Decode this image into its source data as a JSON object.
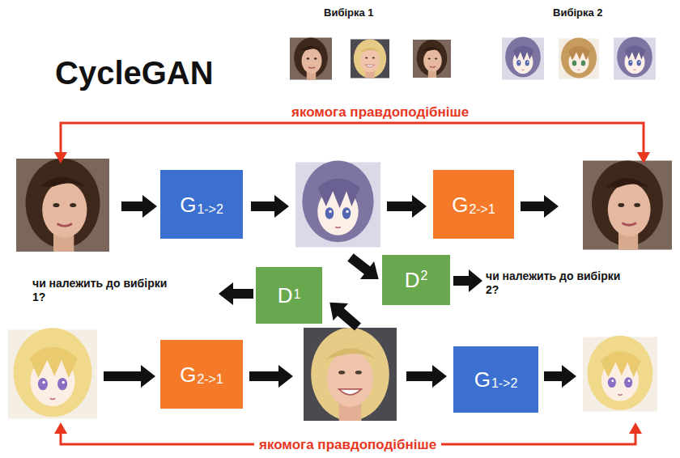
{
  "diagram": {
    "title": "CycleGAN",
    "nodes": [
      {
        "text": [
          "G",
          "1->2"
        ]
      },
      {
        "text": [
          "G",
          "2->1"
        ]
      },
      {
        "text": [
          "D",
          "1"
        ]
      },
      {
        "text": [
          "D",
          "2"
        ]
      },
      {
        "text": [
          "G",
          "2->1"
        ]
      },
      {
        "text": [
          "G",
          "1->2"
        ]
      }
    ],
    "labels": [
      "Вибірка 1",
      "Вибірка 2",
      "якомога правдоподібніше",
      "чи належить до вибірки 1?",
      "чи належить до вибірки 2?",
      "якомога правдоподібніше"
    ]
  }
}
